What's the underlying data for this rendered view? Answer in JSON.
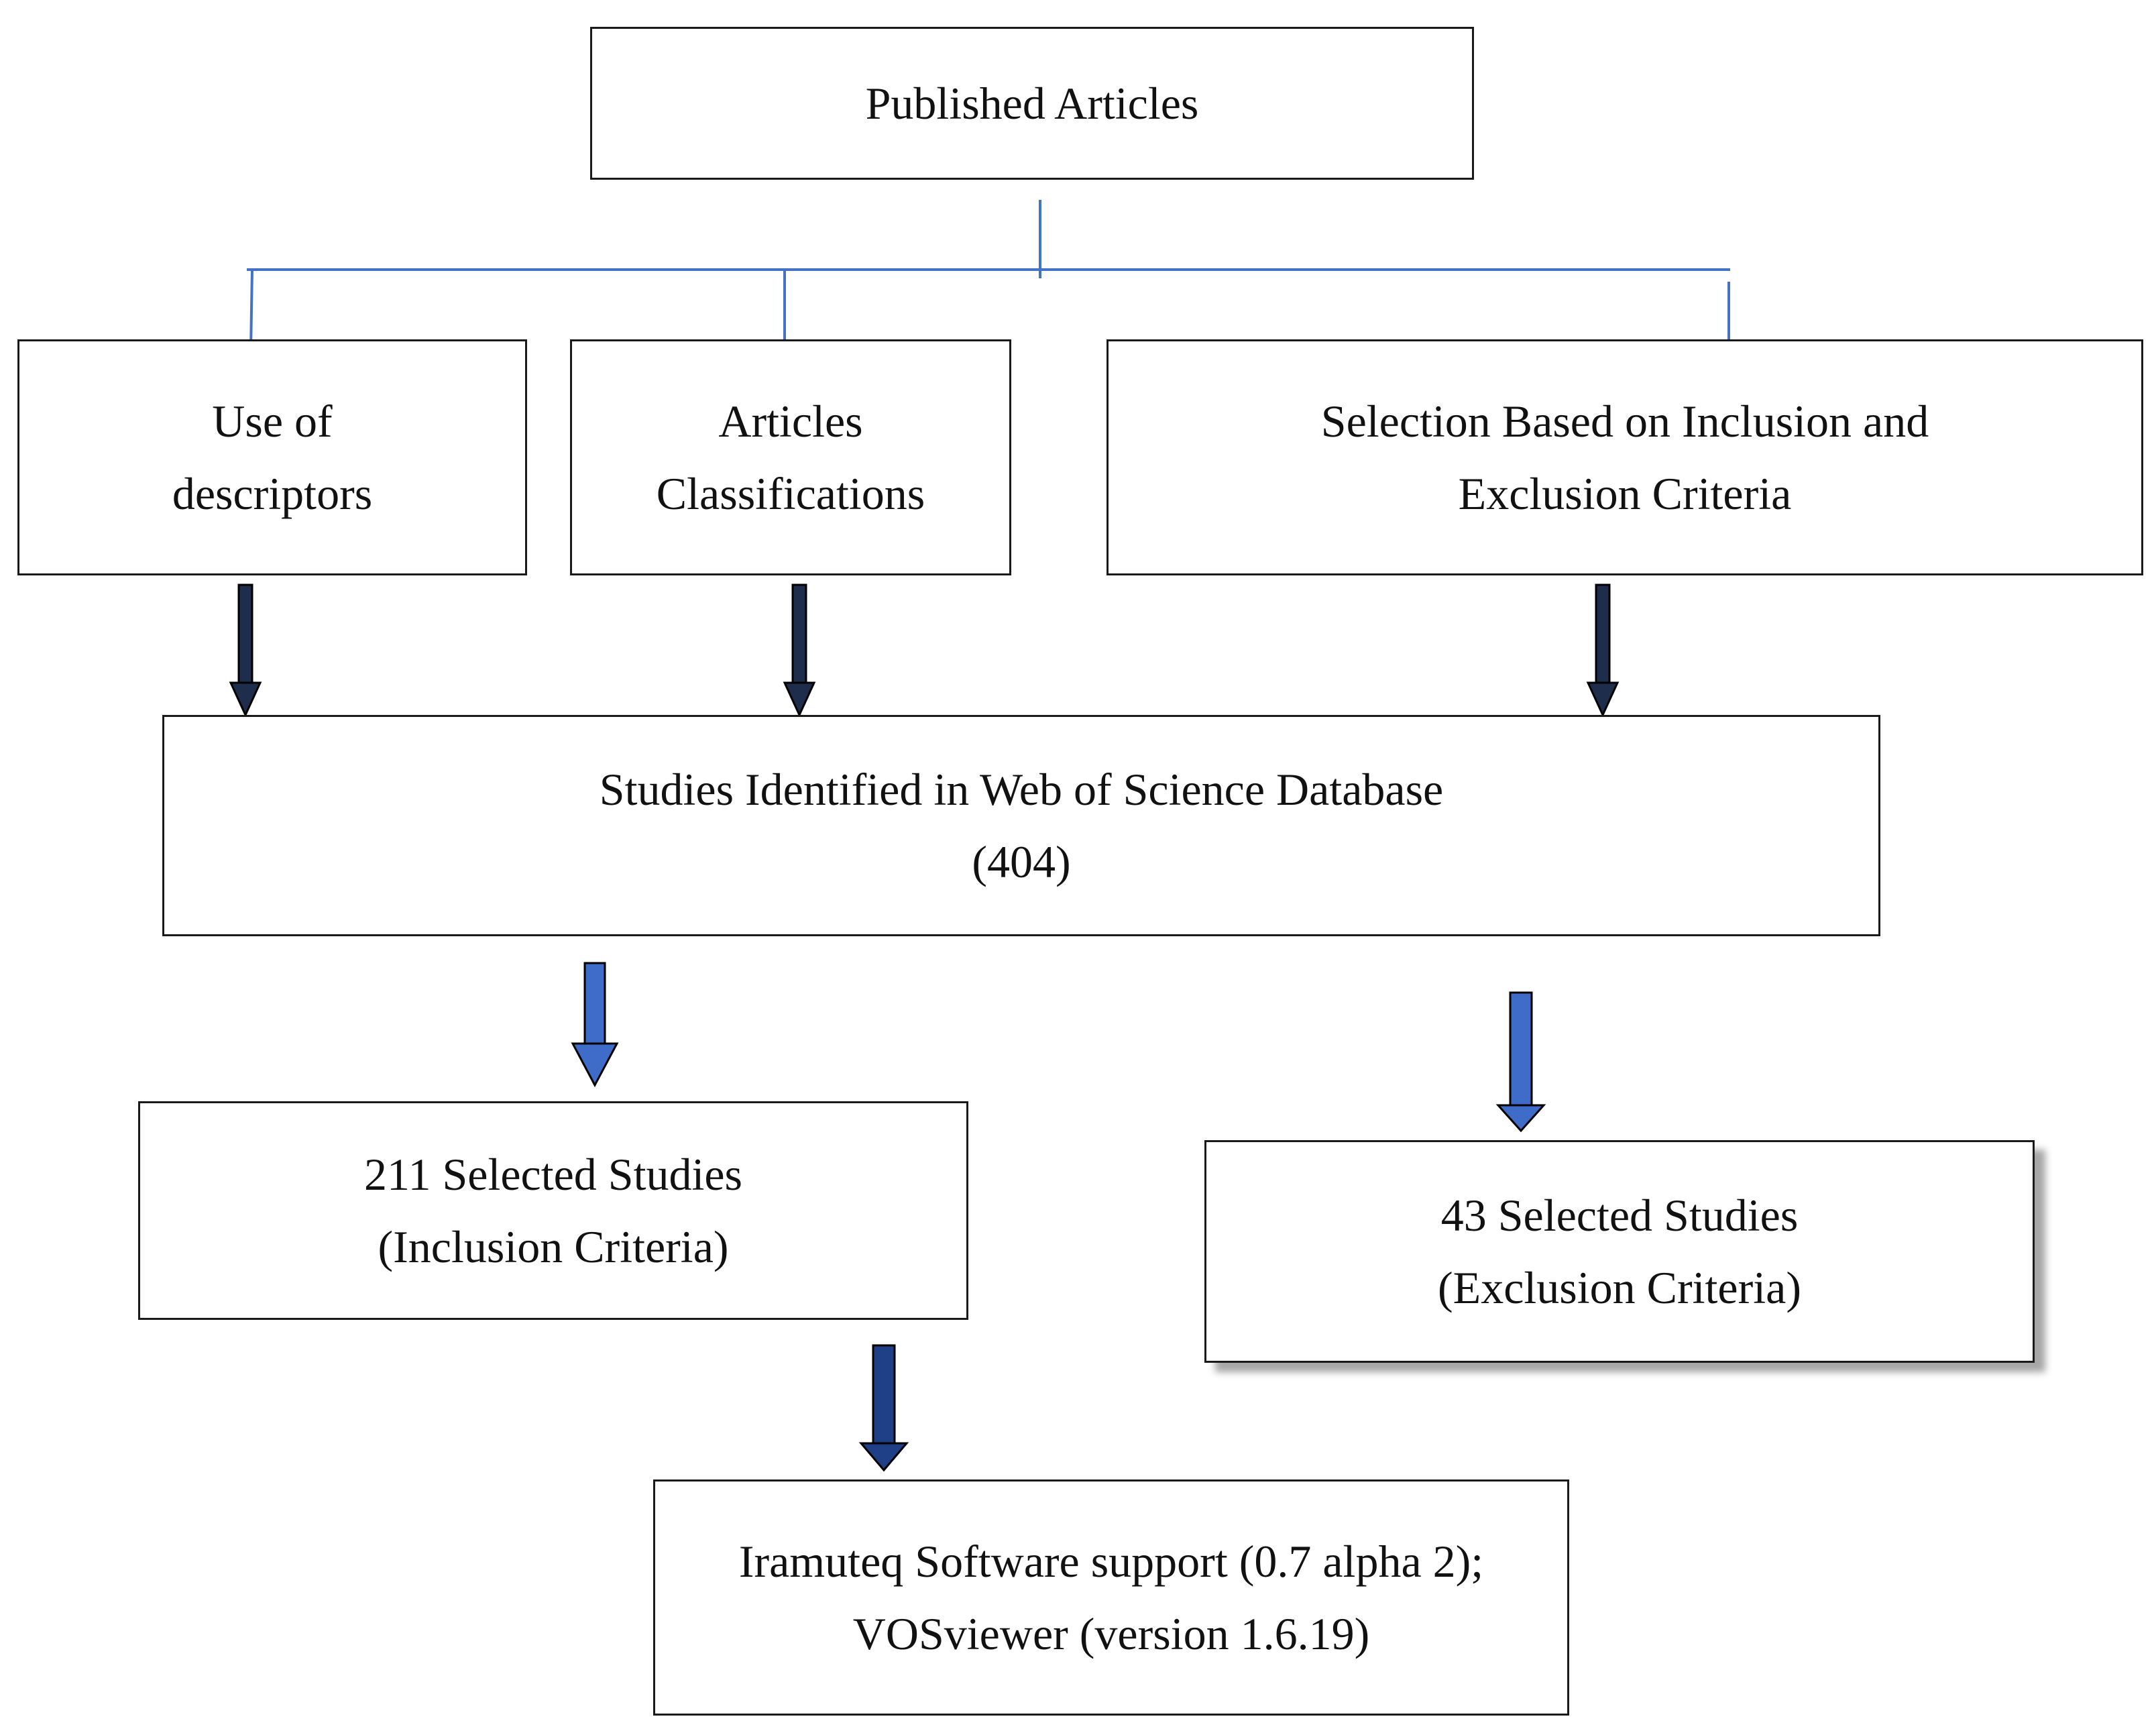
{
  "diagram": {
    "title_box": {
      "lines": [
        "Published Articles"
      ]
    },
    "descriptors_box": {
      "lines": [
        "Use of",
        "descriptors"
      ]
    },
    "classifications_box": {
      "lines": [
        "Articles",
        "Classifications"
      ]
    },
    "selection_box": {
      "lines": [
        "Selection Based on Inclusion and",
        "Exclusion Criteria"
      ]
    },
    "studies_identified_box": {
      "lines": [
        "Studies Identified in Web of Science Database",
        "(404)"
      ]
    },
    "inclusion_box": {
      "lines": [
        "211 Selected Studies",
        "(Inclusion Criteria)"
      ]
    },
    "exclusion_box": {
      "lines": [
        "43 Selected Studies",
        "(Exclusion Criteria)"
      ]
    },
    "software_box": {
      "lines": [
        "Iramuteq Software support (0.7 alpha 2);",
        "VOSviewer (version 1.6.19)"
      ]
    }
  },
  "colors": {
    "connector": "#4472c4",
    "dark_arrow_fill": "#1f2d4d",
    "blue_arrow_fill": "#3f6cc9",
    "arrow_outline": "#000000",
    "box_border": "#1a1a1a"
  }
}
